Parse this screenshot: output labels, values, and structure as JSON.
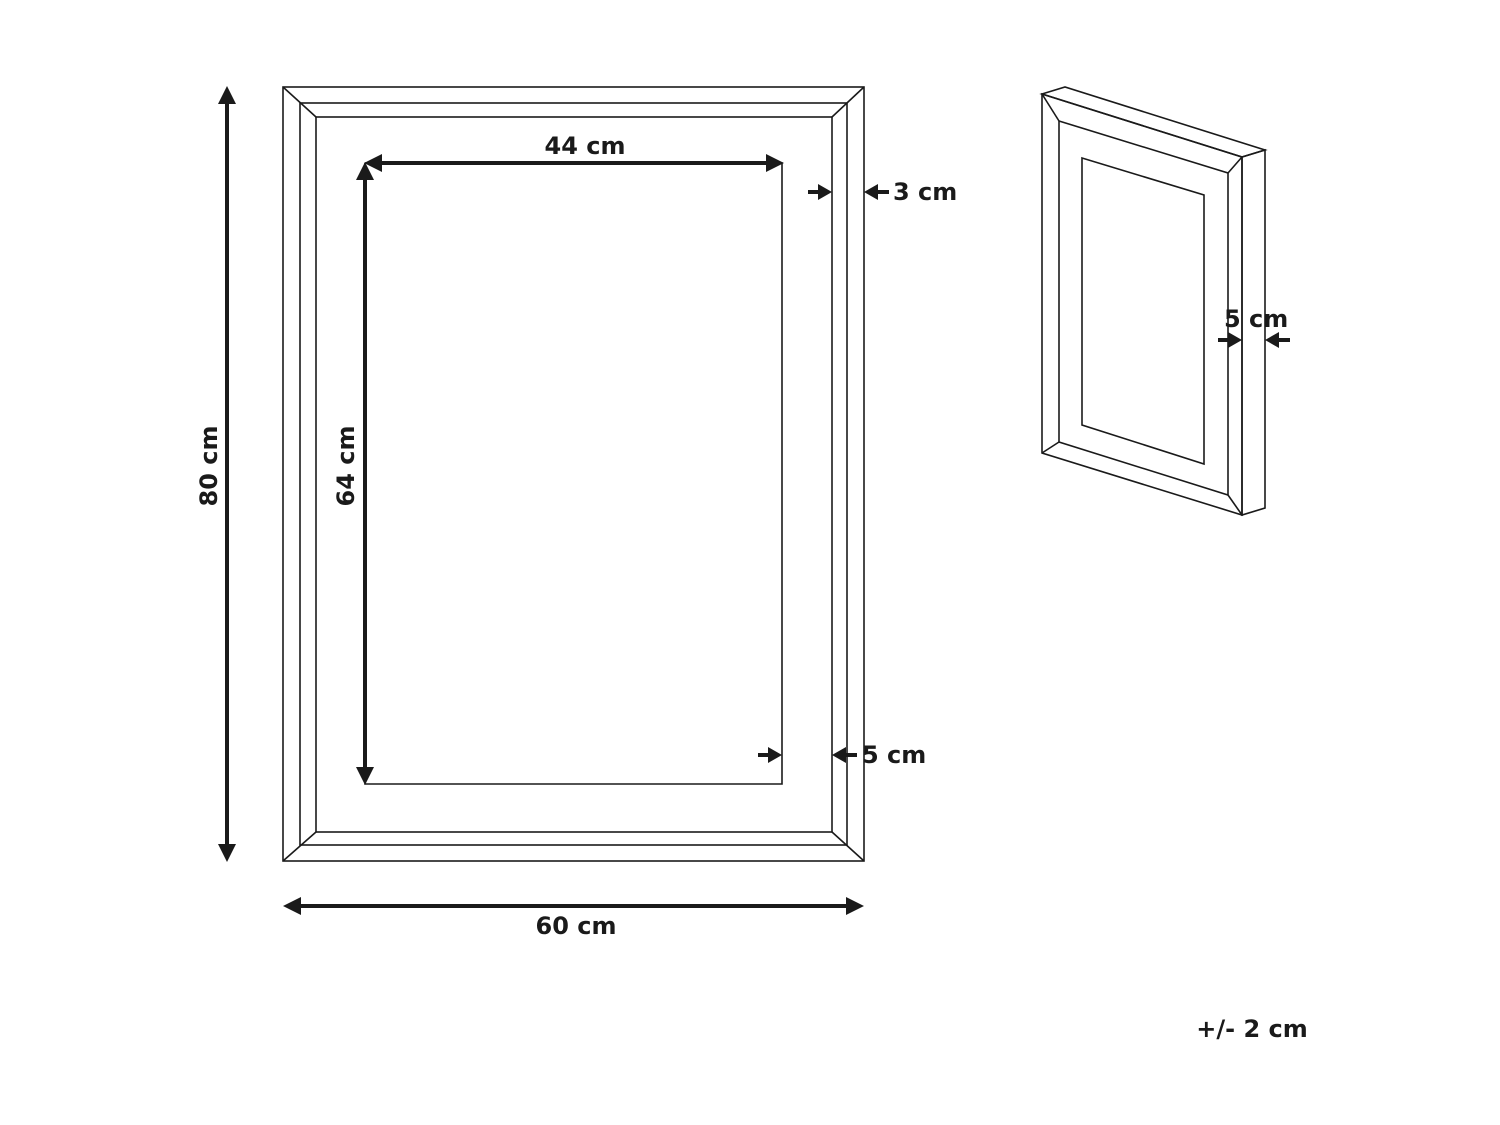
{
  "dimensions": {
    "outer_width": "60 cm",
    "outer_height": "80 cm",
    "inner_width": "44 cm",
    "inner_height": "64 cm",
    "frame_profile": "3 cm",
    "mat_border": "5 cm",
    "depth": "5 cm"
  },
  "tolerance": "+/- 2 cm"
}
